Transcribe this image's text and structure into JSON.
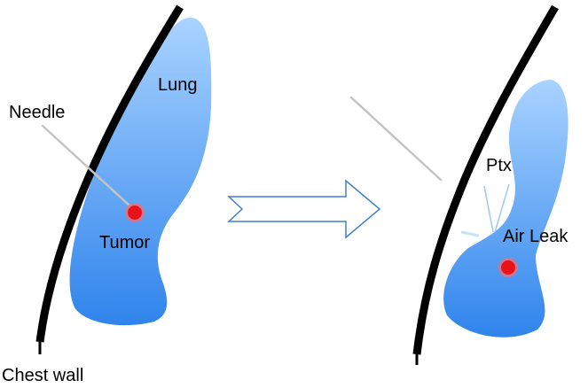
{
  "labels": {
    "lung": "Lung",
    "needle": "Needle",
    "tumor": "Tumor",
    "chest_wall": "Chest wall",
    "ptx": "Ptx",
    "air_leak": "Air Leak"
  },
  "colors": {
    "lung_light": "#a9d3ff",
    "lung_dark": "#2f84ec",
    "tumor": "#e8121a",
    "chest_wall": "#000000",
    "needle": "#bdbdbd",
    "arrow_outline": "#3f7fd0"
  }
}
